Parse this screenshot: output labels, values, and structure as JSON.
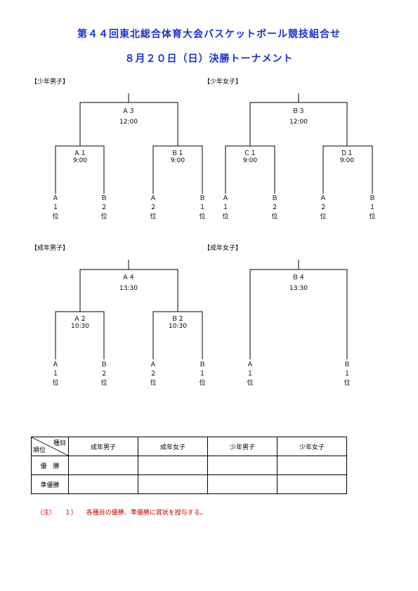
{
  "header": {
    "title1": "第４４回東北総合体育大会バスケットボール競技組合せ",
    "title2": "８月２０日（日）決勝トーナメント"
  },
  "brackets": {
    "boys_youth": {
      "label": "【少年男子】",
      "final": {
        "name": "Ａ３",
        "time": "12:00"
      },
      "semi_left": {
        "name": "Ａ１",
        "time": "9:00"
      },
      "semi_right": {
        "name": "Ｂ１",
        "time": "9:00"
      },
      "slots": [
        [
          "Ａ",
          "１",
          "位"
        ],
        [
          "Ｂ",
          "２",
          "位"
        ],
        [
          "Ａ",
          "２",
          "位"
        ],
        [
          "Ｂ",
          "１",
          "位"
        ]
      ]
    },
    "girls_youth": {
      "label": "【少年女子】",
      "final": {
        "name": "Ｂ３",
        "time": "12:00"
      },
      "semi_left": {
        "name": "Ｃ１",
        "time": "9:00"
      },
      "semi_right": {
        "name": "Ｄ１",
        "time": "9:00"
      },
      "slots": [
        [
          "Ａ",
          "１",
          "位"
        ],
        [
          "Ｂ",
          "２",
          "位"
        ],
        [
          "Ａ",
          "２",
          "位"
        ],
        [
          "Ｂ",
          "１",
          "位"
        ]
      ]
    },
    "men_adult": {
      "label": "【成年男子】",
      "final": {
        "name": "Ａ４",
        "time": "13:30"
      },
      "semi_left": {
        "name": "Ａ２",
        "time": "10:30"
      },
      "semi_right": {
        "name": "Ｂ２",
        "time": "10:30"
      },
      "slots": [
        [
          "Ａ",
          "１",
          "位"
        ],
        [
          "Ｂ",
          "２",
          "位"
        ],
        [
          "Ａ",
          "２",
          "位"
        ],
        [
          "Ｂ",
          "１",
          "位"
        ]
      ]
    },
    "women_adult": {
      "label": "【成年女子】",
      "final": {
        "name": "Ｂ４",
        "time": "13:30"
      },
      "slots": [
        [
          "Ａ",
          "１",
          "位"
        ],
        [
          "Ｂ",
          "１",
          "位"
        ]
      ]
    }
  },
  "results_table": {
    "corner_top": "種目",
    "corner_bottom": "順位",
    "columns": [
      "成年男子",
      "成年女子",
      "少年男子",
      "少年女子"
    ],
    "rows": [
      "優　勝",
      "準優勝"
    ]
  },
  "note": {
    "prefix": "（注）",
    "number": "１）",
    "text": "各種目の優勝、準優勝に賞状を授与する。"
  }
}
